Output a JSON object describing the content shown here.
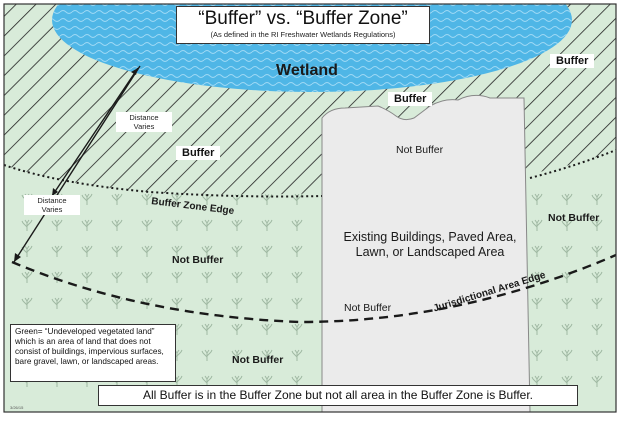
{
  "title": {
    "main": "“Buffer” vs. “Buffer Zone”",
    "sub": "(As defined in the RI Freshwater Wetlands Regulations)"
  },
  "labels": {
    "wetland": "Wetland",
    "buffer_top_right": "Buffer",
    "buffer_notch": "Buffer",
    "buffer_left": "Buffer",
    "not_buffer_dev_top": "Not Buffer",
    "not_buffer_right": "Not Buffer",
    "not_buffer_left": "Not Buffer",
    "not_buffer_dev_bottom": "Not Buffer",
    "not_buffer_bottom": "Not Buffer",
    "distance_varies_upper": "Distance Varies",
    "distance_varies_lower": "Distance Varies",
    "buffer_zone_edge": "Buffer Zone Edge",
    "jurisdictional_edge": "Jurisdictional Area Edge",
    "developed_area": "Existing Buildings, Paved Area, Lawn, or Landscaped Area",
    "footnote_code": "3/26/15"
  },
  "note": "Green= “Undeveloped vegetated land” which is an area of land that does not consist of buildings, impervious surfaces, bare gravel, lawn, or landscaped areas.",
  "footer": "All Buffer is in the Buffer Zone but not all area in the Buffer Zone is Buffer.",
  "colors": {
    "vegetated_green": "#d8ebd9",
    "wetland_blue": "#4fb6e6",
    "developed_gray": "#ebebeb",
    "line_dark": "#1a1a1a"
  }
}
